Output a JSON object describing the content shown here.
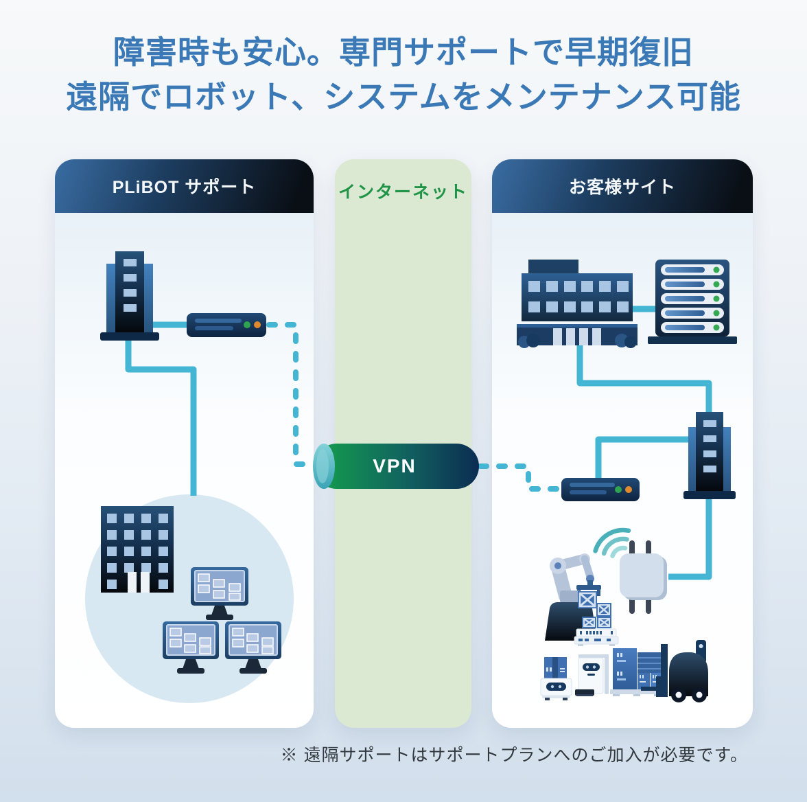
{
  "title": {
    "line1": "障害時も安心。専門サポートで早期復旧",
    "line2": "遠隔でロボット、システムをメンテナンス可能"
  },
  "panels": {
    "plibot_support": {
      "label": "PLiBOT サポート"
    },
    "internet": {
      "label": "インターネット"
    },
    "customer_site": {
      "label": "お客様サイト"
    }
  },
  "vpn": {
    "label": "VPN"
  },
  "footer": {
    "note": "※ 遠隔サポートはサポートプランへのご加入が必要です。"
  },
  "colors": {
    "title_text": "#3a79b6",
    "header_gradient_start": "#3a6da3",
    "header_gradient_end": "#0a0f16",
    "internet_panel_bg": "#dbe8d2",
    "internet_text": "#1f9447",
    "network_line_teal": "#44b5d3",
    "vpn_green": "#14a04c",
    "vpn_navy": "#0b2c52",
    "led_green": "#2fa352",
    "led_orange": "#e08a2e",
    "icon_navy": "#16385c",
    "window_blue": "#a8c6e4"
  },
  "icons": {
    "server-tower-icon": "tower server with side fins and window slots",
    "router-icon": "flat router box with stripes and green/orange LEDs",
    "office-building-icon": "high-rise office building with window grid",
    "monitor-icon": "desktop monitor showing dashboard windows",
    "factory-building-icon": "customer site building with entrance pillars and bushes",
    "server-rack-icon": "server rack with five slots and green LEDs",
    "vpn-tunnel-icon": "green-to-navy cylinder tunnel",
    "wifi-signal-icon": "three wireless signal arcs",
    "wireless-access-point-icon": "access point with four antennas",
    "robot-arm-icon": "industrial robot arm lifting a crate",
    "crates-icon": "stacked shipping crates with X straps",
    "packing-machine-icon": "machine with cardboard box on top",
    "agv-robot-icon": "autonomous mobile robot with face",
    "pallet-shelf-icon": "pallet loaded with blue boxes",
    "forklift-icon": "dark navy forklift truck"
  }
}
